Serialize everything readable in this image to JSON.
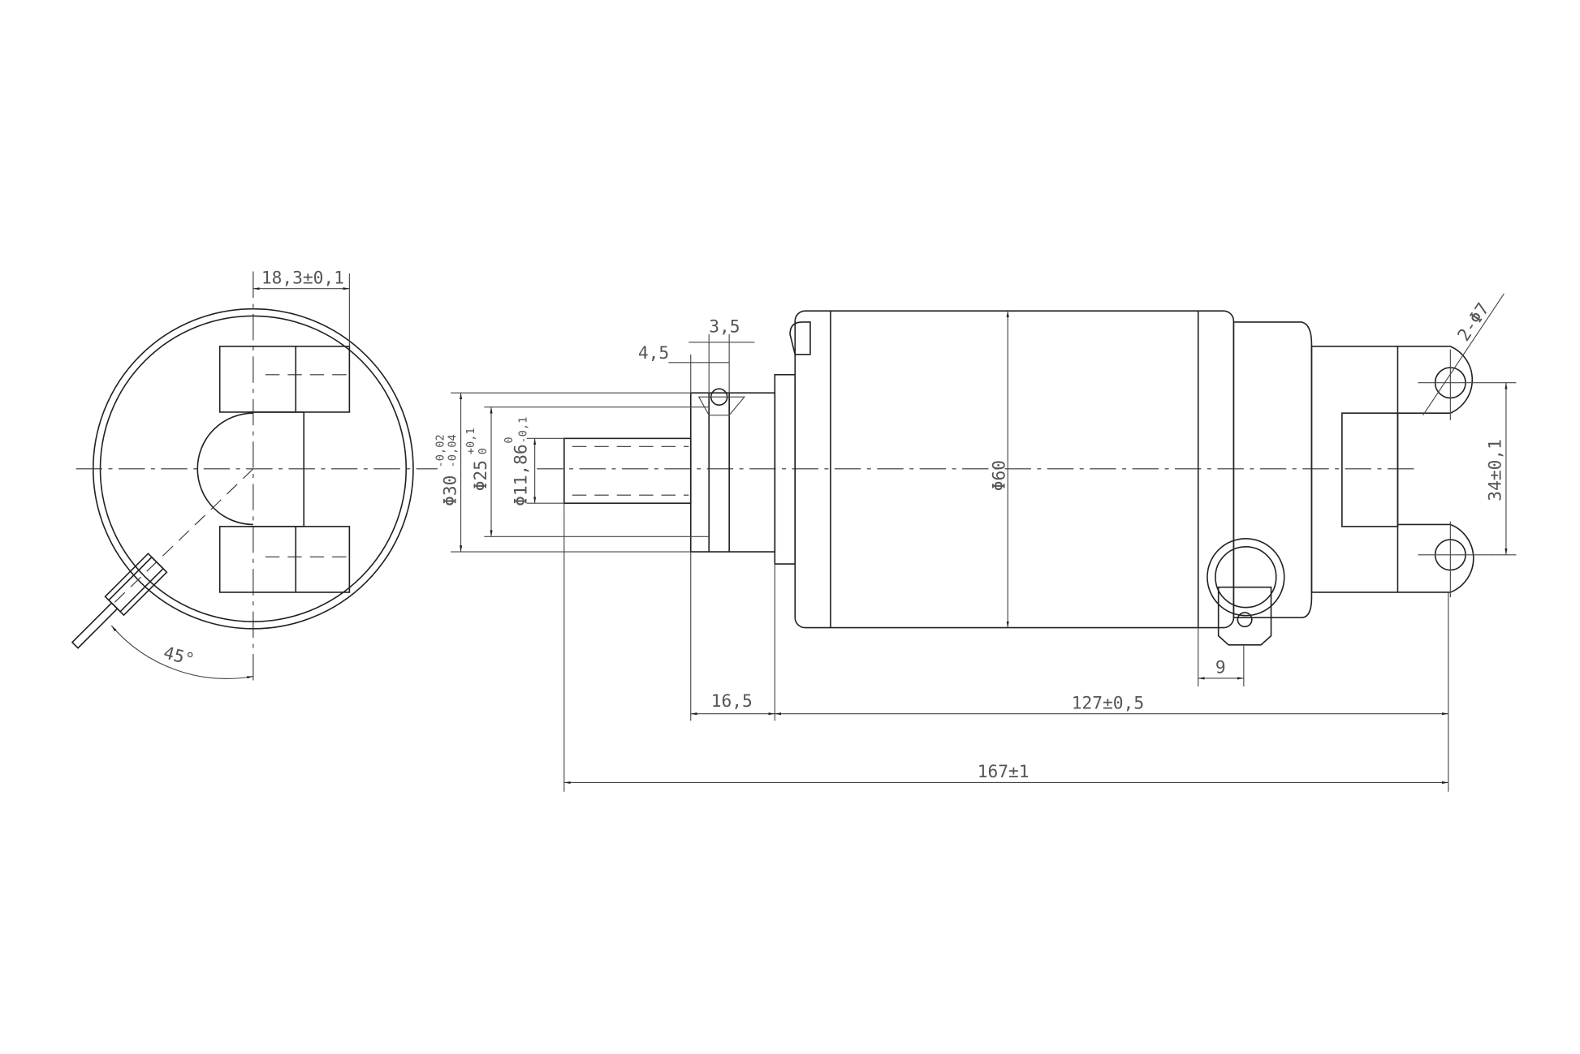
{
  "drawing": {
    "end_view": {
      "width_dim": "18,3±0,1",
      "angle_dim": "45°"
    },
    "side_view": {
      "flange_dia": {
        "base": "Φ30",
        "upper": "-0,02",
        "lower": "-0,04"
      },
      "pilot_dia": {
        "base": "Φ25",
        "upper": "+0,1",
        "lower": "0"
      },
      "spline_dia": {
        "base": "Φ11,86",
        "upper": "0",
        "lower": "-0,1"
      },
      "groove_offset": "4,5",
      "groove_width": "3,5",
      "body_dia": "Φ60",
      "hole_spec": "2-Φ7",
      "hole_spacing": "34±0,1",
      "terminal_offset": "9",
      "flange_length": "16,5",
      "body_length": "127±0,5",
      "overall_length": "167±1"
    },
    "colors": {
      "line": "#222222",
      "text": "#555555",
      "background": "#ffffff"
    }
  }
}
